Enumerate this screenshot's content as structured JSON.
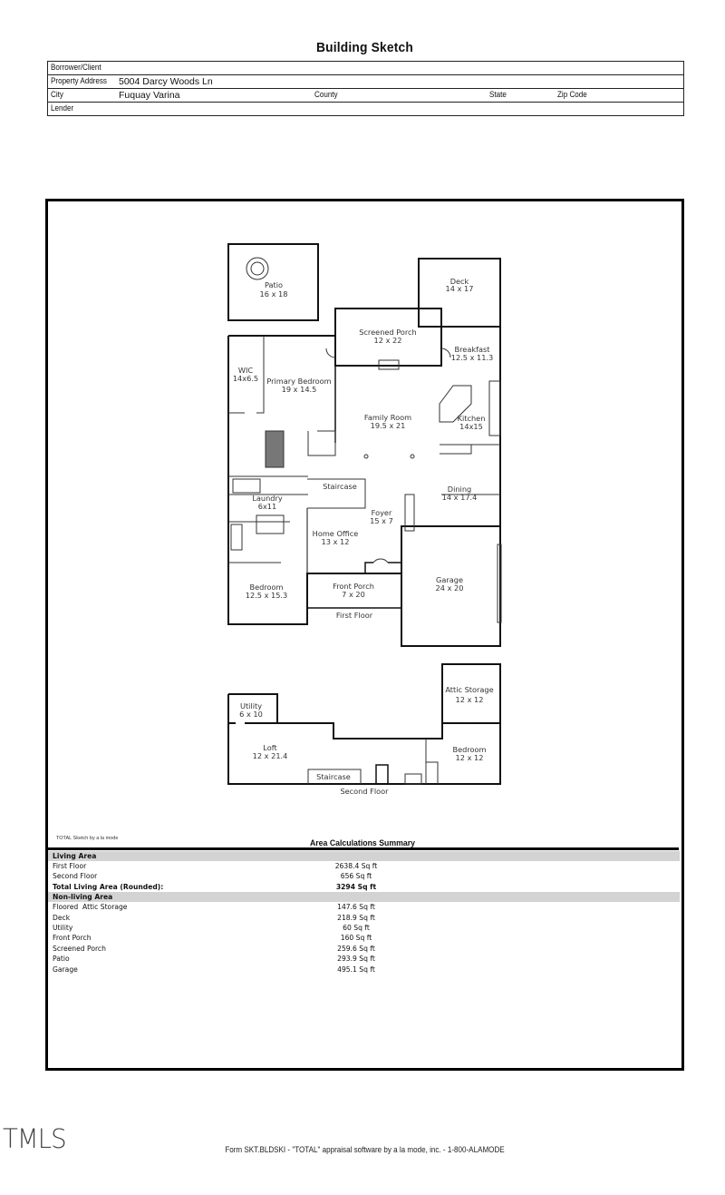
{
  "title": "Building Sketch",
  "header": {
    "borrower_label": "Borrower/Client",
    "borrower_value": "",
    "address_label": "Property Address",
    "address_value": "5004 Darcy Woods Ln",
    "city_label": "City",
    "city_value": "Fuquay Varina",
    "county_label": "County",
    "county_value": "",
    "state_label": "State",
    "state_value": "",
    "zip_label": "Zip Code",
    "zip_value": "",
    "lender_label": "Lender",
    "lender_value": ""
  },
  "sketch": {
    "first_floor_label": "First Floor",
    "second_floor_label": "Second Floor",
    "rooms": {
      "patio": {
        "name": "Patio",
        "dim": "16 x 18"
      },
      "deck": {
        "name": "Deck",
        "dim": "14 x 17"
      },
      "screened_porch": {
        "name": "Screened Porch",
        "dim": "12 x 22"
      },
      "breakfast": {
        "name": "Breakfast",
        "dim": "12.5 x 11.3"
      },
      "wic": {
        "name": "WIC",
        "dim": "14x6.5"
      },
      "primary_bedroom": {
        "name": "Primary Bedroom",
        "dim": "19 x 14.5"
      },
      "family_room": {
        "name": "Family Room",
        "dim": "19.5 x 21"
      },
      "kitchen": {
        "name": "Kitchen",
        "dim": "14x15"
      },
      "staircase1": {
        "name": "Staircase"
      },
      "laundry": {
        "name": "Laundry",
        "dim": "6x11"
      },
      "dining": {
        "name": "Dining",
        "dim": "14 x 17.4"
      },
      "foyer": {
        "name": "Foyer",
        "dim": "15 x 7"
      },
      "home_office": {
        "name": "Home Office",
        "dim": "13 x 12"
      },
      "garage": {
        "name": "Garage",
        "dim": "24 x 20"
      },
      "bedroom1": {
        "name": "Bedroom",
        "dim": "12.5 x 15.3"
      },
      "front_porch": {
        "name": "Front Porch",
        "dim": "7 x 20"
      },
      "utility": {
        "name": "Utility",
        "dim": "6 x 10"
      },
      "attic_storage": {
        "name": "Attic Storage",
        "dim": "12 x 12"
      },
      "loft": {
        "name": "Loft",
        "dim": "12 x 21.4"
      },
      "bedroom2": {
        "name": "Bedroom",
        "dim": "12 x 12"
      },
      "staircase2": {
        "name": "Staircase"
      }
    }
  },
  "credit": "TOTAL Sketch by a la mode",
  "area_summary": {
    "title": "Area Calculations Summary",
    "living_header": "Living Area",
    "living": [
      {
        "label": "First Floor",
        "value": "2638.4 Sq ft"
      },
      {
        "label": "Second Floor",
        "value": "656 Sq ft"
      }
    ],
    "total_label": "Total Living Area (Rounded):",
    "total_value": "3294 Sq ft",
    "nonliving_header": "Non-living Area",
    "nonliving": [
      {
        "label": "Floored  Attic Storage",
        "value": "147.6 Sq ft"
      },
      {
        "label": "Deck",
        "value": "218.9 Sq ft"
      },
      {
        "label": "Utility",
        "value": "60 Sq ft"
      },
      {
        "label": "Front Porch",
        "value": "160 Sq ft"
      },
      {
        "label": "Screened Porch",
        "value": "259.6 Sq ft"
      },
      {
        "label": "Patio",
        "value": "293.9 Sq ft"
      },
      {
        "label": "Garage",
        "value": "495.1 Sq ft"
      }
    ]
  },
  "watermark": "TMLS",
  "footer": "Form SKT.BLDSKI - \"TOTAL\" appraisal software by a la mode, inc. - 1-800-ALAMODE"
}
